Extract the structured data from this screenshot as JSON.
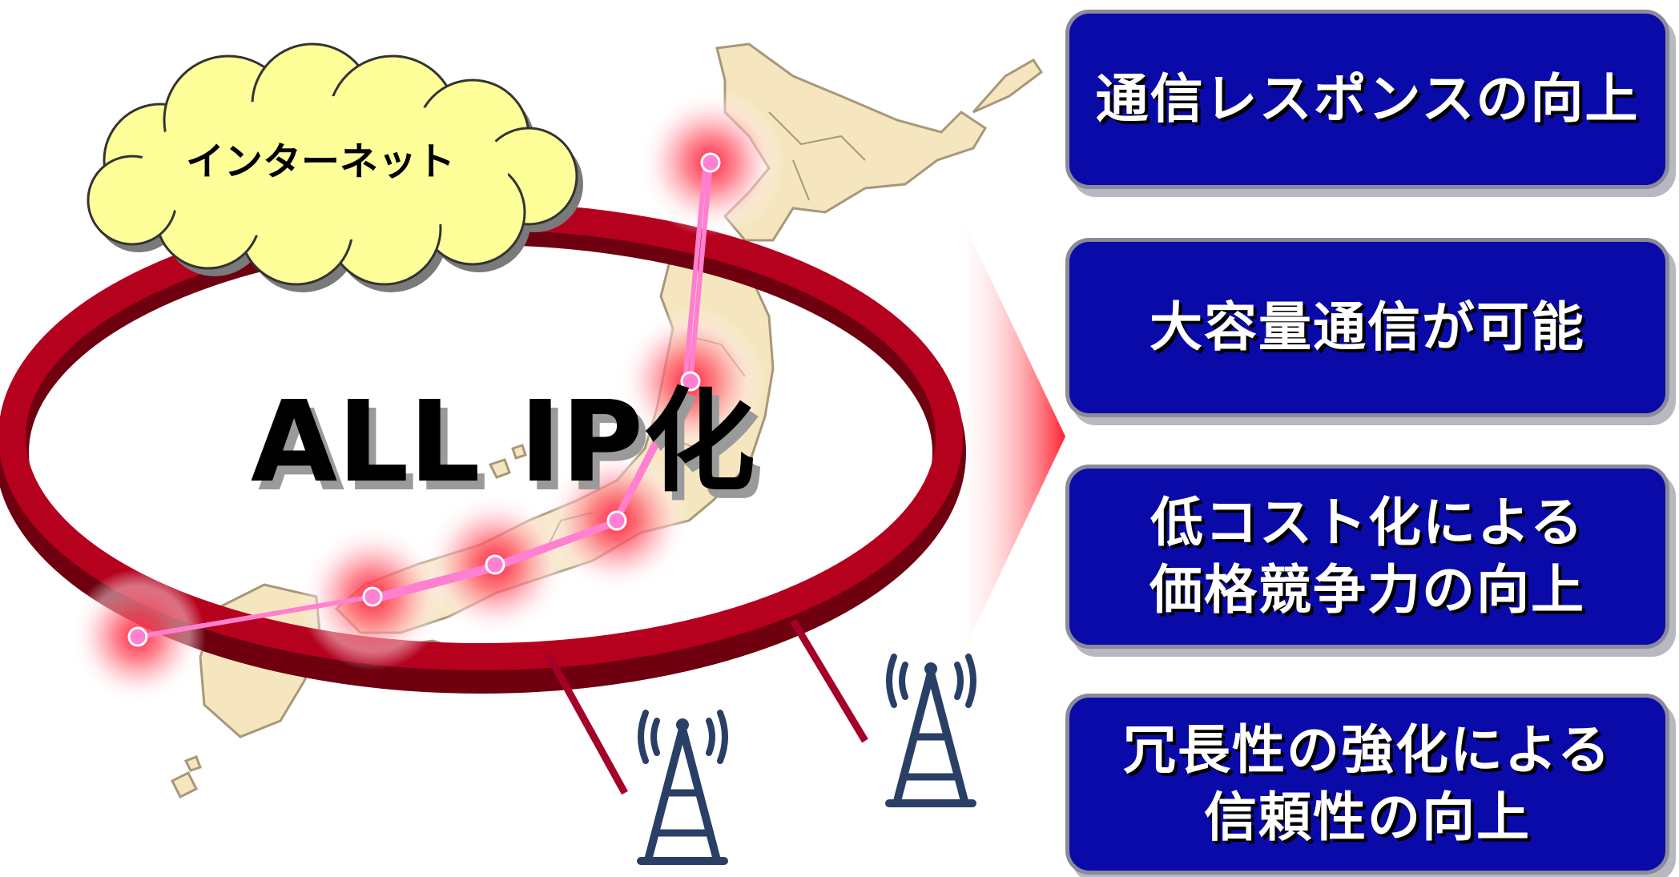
{
  "cloud": {
    "label": "インターネット"
  },
  "ring": {
    "label": "ALL IP化"
  },
  "benefits": [
    {
      "lines": [
        "通信レスポンスの向上"
      ]
    },
    {
      "lines": [
        "大容量通信が可能"
      ]
    },
    {
      "lines": [
        "低コスト化による",
        "価格競争力の向上"
      ]
    },
    {
      "lines": [
        "冗長性の強化による",
        "信頼性の向上"
      ]
    }
  ],
  "colors": {
    "ring": "#b5001e",
    "ring_shadow": "#6e0010",
    "cloud_fill": "#ffff99",
    "land": "#f6e6c0",
    "land_border": "#a8987a",
    "node_glow": "#ff2040",
    "link_line": "#ff80d0",
    "tower": "#2a3f66",
    "benefit_box": "#0a0aa8",
    "benefit_border": "#8a8a9a",
    "arrow": "#ff2030"
  },
  "icons": [
    "cloud-icon",
    "japan-map",
    "antenna-tower-icon",
    "arrow-right-icon"
  ]
}
